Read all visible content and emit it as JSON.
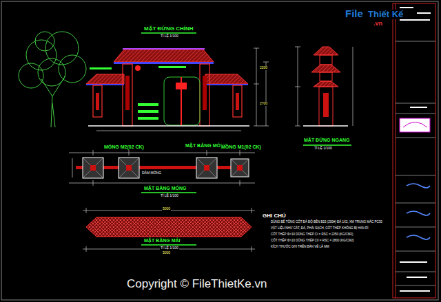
{
  "diagram": {
    "labels": [
      "MẶT ĐỨNG CHÍNH",
      "TỈ LỆ 1/100",
      "MẶT ĐỨNG NGANG",
      "TỈ LỆ 1/100",
      "MÓNG M2(02 CK)",
      "MẶT BẰNG MÓNG",
      "MÓNG M1(02 CK)",
      "DẦM MÓNG",
      "MẶT BẰNG MÓNG",
      "TỈ LỆ 1/100",
      "MẶT BẰNG MÁI",
      "TỈ LỆ 1/100",
      "GHI CHÚ",
      "DÙNG BÊ TÔNG CỐT ĐÁ ĐỘ BỀN B15 (200#) ĐÁ 1X2, XM TRUNG MÁC PC30",
      "VẬT LIỆU NHƯ CÁT, ĐÁ, PHẢI SẠCH, CỐT THÉP KHÔNG BỊ HAN RỈ",
      "CỐT THÉP Φ<10 DÙNG THÉP CI = RSC = 2250 (KG/CM2)",
      "CỐT THÉP Φ>10 DÙNG THÉP CII = RSC = 2800 (KG/CM2)",
      "KÍCH THƯỚC GHI TRÊN BẢN VẼ LÀ MM",
      "Copyright © FileThietKe.vn",
      "File",
      "Thiết Kế",
      ".vn",
      "2200",
      "2700",
      "5000",
      "5000"
    ]
  }
}
